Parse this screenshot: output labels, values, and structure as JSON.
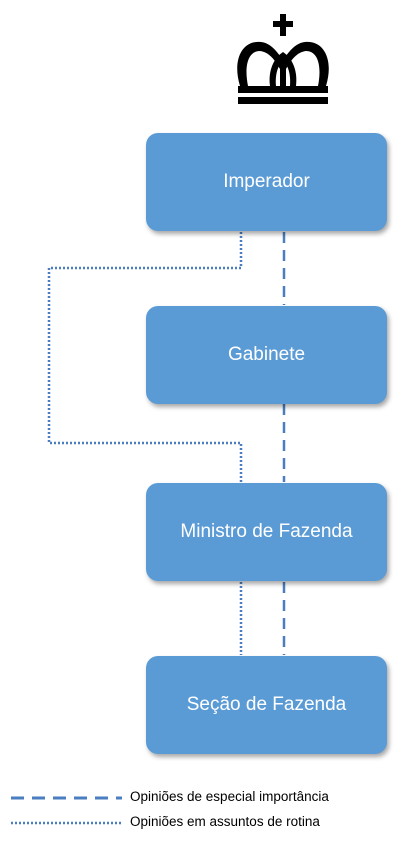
{
  "diagram": {
    "nodes": {
      "imperador": "Imperador",
      "gabinete": "Gabinete",
      "ministro": "Ministro de Fazenda",
      "secao": "Seção de Fazenda"
    },
    "colors": {
      "node_fill": "#5b9bd5",
      "dashed_line": "#4a7ec0",
      "dotted_line": "#4a7ec0"
    },
    "crown_icon": "crown-icon"
  },
  "legend": {
    "dashed": "Opiniões de especial importância",
    "dotted": "Opiniões em assuntos de rotina"
  }
}
